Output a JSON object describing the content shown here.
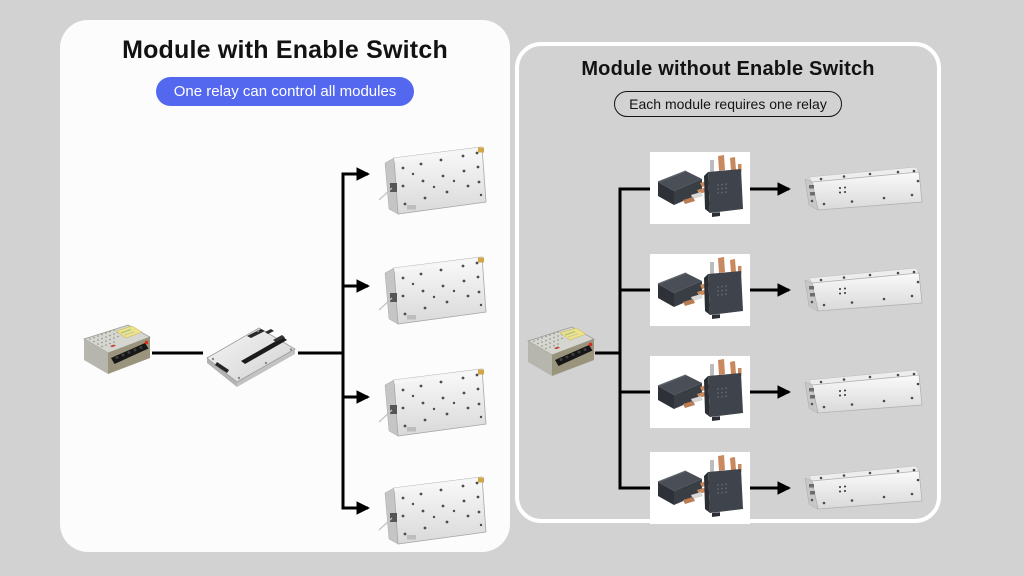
{
  "page": {
    "background_color": "#d2d2d2"
  },
  "left_panel": {
    "title": "Module with Enable Switch",
    "badge": "One relay can control all modules",
    "badge_bg_color": "#5468ef",
    "badge_text_color": "#ffffff",
    "panel_bg_color": "#fcfcfc",
    "module_count": 4,
    "components": [
      "power-supply-icon",
      "enable-switch-module-icon",
      "amplifier-module-icon"
    ]
  },
  "right_panel": {
    "title": "Module without Enable Switch",
    "badge": "Each module requires one relay",
    "badge_border_color": "#141414",
    "panel_border_color": "#ffffff",
    "relay_count": 4,
    "module_count": 4,
    "components": [
      "power-supply-icon",
      "relay-pair-icon",
      "amplifier-module-icon"
    ]
  },
  "diagram": {
    "line_color": "#000000"
  }
}
